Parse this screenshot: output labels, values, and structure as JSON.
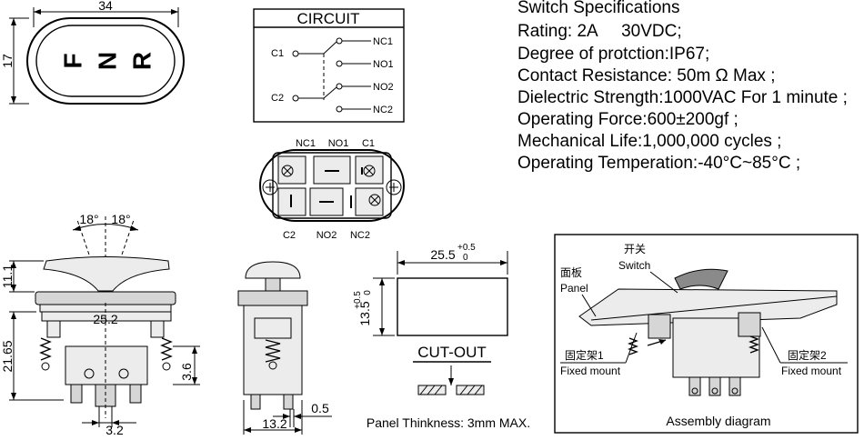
{
  "top_view": {
    "width_dim": "34",
    "height_dim": "17",
    "letters": [
      "F",
      "N",
      "R"
    ]
  },
  "circuit": {
    "title": "CIRCUIT",
    "c1": "C1",
    "c2": "C2",
    "nc1": "NC1",
    "no1": "NO1",
    "no2": "NO2",
    "nc2": "NC2"
  },
  "terminals": {
    "top_labels": [
      "NC1",
      "NO1",
      "C1"
    ],
    "bottom_labels": [
      "C2",
      "NO2",
      "NC2"
    ]
  },
  "specs": {
    "title": "Switch Specifications",
    "lines": [
      "Rating: 2A     30VDC;",
      "Degree of protction:IP67;",
      "Contact Resistance: 50m Ω Max ;",
      "Dielectric Strength:1000VAC For 1 minute ;",
      "Operating Force:600±200gf ;",
      "Mechanical Life:1,000,000 cycles ;",
      "Operating Temperation:-40°C~85°C ;"
    ]
  },
  "front_view": {
    "angle_left": "18°",
    "angle_right": "18°",
    "dim_top": "11.1",
    "dim_height": "21.65",
    "dim_center": "25.2",
    "dim_side": "3.6",
    "dim_bottom": "3.2"
  },
  "side_view": {
    "dim_width": "13.2",
    "dim_pin": "0.5"
  },
  "cutout": {
    "width_base": "25.5",
    "width_plus": "+0.5",
    "width_minus": "0",
    "height_base": "13.5",
    "height_plus": "+0.5",
    "height_minus": "0",
    "title": "CUT-OUT",
    "note": "Panel Thinkness: 3mm MAX."
  },
  "assembly": {
    "switch_cn": "开关",
    "switch_en": "Switch",
    "panel_cn": "面板",
    "panel_en": "Panel",
    "mount1_cn": "固定架1",
    "mount1_en": "Fixed mount",
    "mount2_cn": "固定架2",
    "mount2_en": "Fixed mount",
    "caption": "Assembly diagram"
  }
}
